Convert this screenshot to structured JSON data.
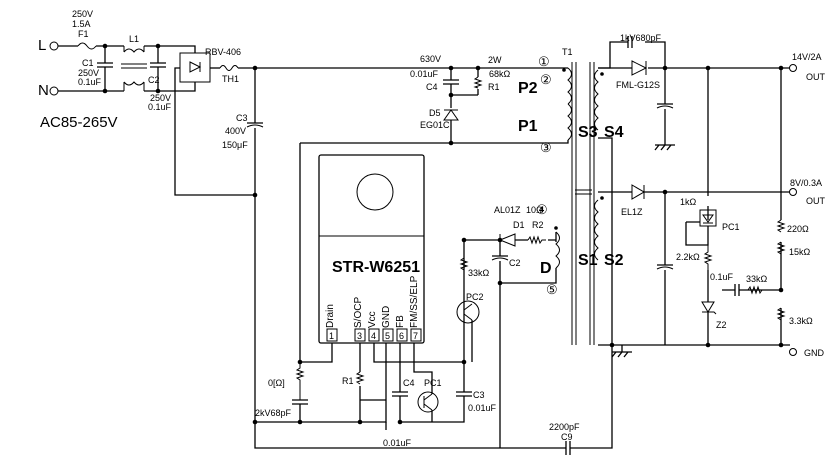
{
  "inputs": {
    "L": "L",
    "N": "N",
    "range": "AC85-265V"
  },
  "fuse": {
    "rating_v": "250V",
    "rating_a": "1.5A",
    "ref": "F1"
  },
  "l1": "L1",
  "c1": {
    "v": "250V",
    "c": "0.1uF",
    "ref": "C1"
  },
  "c2in": {
    "ref": "C2",
    "v": "250V",
    "c": "0.1uF"
  },
  "bridge": "RBV-406",
  "th1": "TH1",
  "c3bulk": {
    "ref": "C3",
    "v": "400V",
    "c": "150μF"
  },
  "c4snub": {
    "v": "630V",
    "c": "0.01uF",
    "ref": "C4"
  },
  "r1snub": {
    "w": "2W",
    "r": "68kΩ",
    "ref": "R1"
  },
  "d5": {
    "ref": "D5",
    "part": "EG01C"
  },
  "t1": "T1",
  "pins": {
    "p1": "①",
    "p2": "②",
    "p3": "③",
    "p4": "④",
    "p5": "⑤"
  },
  "windings": {
    "P2": "P2",
    "P1": "P1",
    "S3": "S3",
    "S4": "S4",
    "S1": "S1",
    "S2": "S2",
    "D": "D"
  },
  "snubout": "1kV680pF",
  "diode_out1": "FML-G12S",
  "out1": {
    "v": "14V/2A",
    "out": "OUT"
  },
  "out2": {
    "v": "8V/0.3A",
    "out": "OUT"
  },
  "gnd": "GND",
  "el1z": "EL1Z",
  "r1k": "1kΩ",
  "pc1": "PC1",
  "r220": "220Ω",
  "r15k": "15kΩ",
  "r2k2": "2.2kΩ",
  "c01": "0.1uF",
  "r33k_fb": "33kΩ",
  "z2": "Z2",
  "r3k3": "3.3kΩ",
  "aux": {
    "diode": "AL01Z",
    "d1": "D1",
    "r": "10Ω",
    "r2": "R2",
    "c2": "C2",
    "r33k": "33kΩ",
    "pc2": "PC2"
  },
  "ic": {
    "name": "STR-W6251",
    "pins": [
      "Drain",
      "S/OCP",
      "Vcc",
      "GND",
      "FB",
      "FM/SS/ELP"
    ],
    "nums": [
      "1",
      "3",
      "4",
      "5",
      "6",
      "7"
    ]
  },
  "lower": {
    "r0": "0[Ω]",
    "r1": "R1",
    "c4": "C4",
    "pc1": "PC1",
    "c3ref": "C3",
    "c3val": "0.01uF",
    "cap2kv": "2kV68pF",
    "c001": "0.01uF",
    "c9val": "2200pF",
    "c9ref": "C9"
  }
}
